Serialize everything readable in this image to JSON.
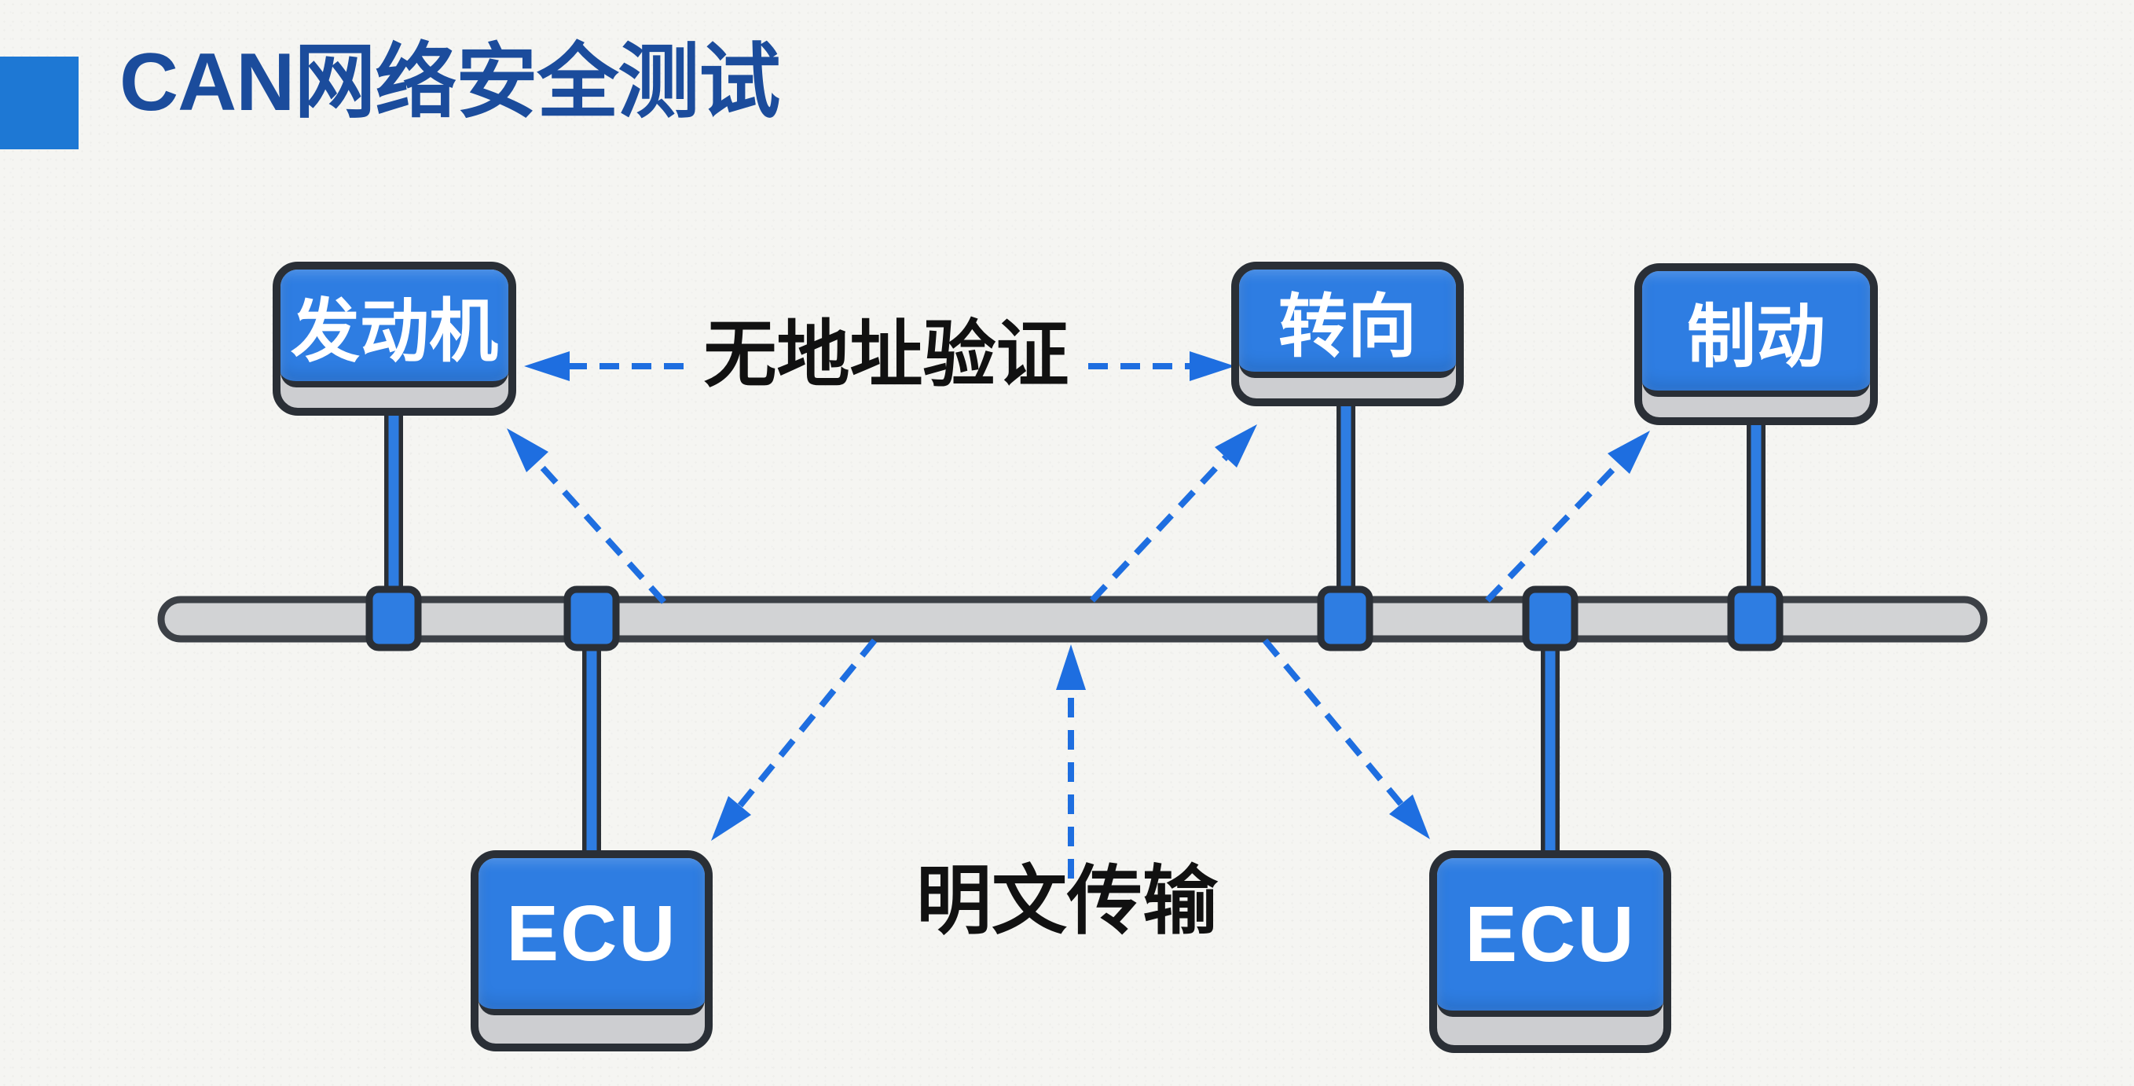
{
  "header": {
    "title": "CAN网络安全测试"
  },
  "diagram": {
    "nodes": [
      {
        "id": "engine",
        "label": "发动机"
      },
      {
        "id": "steering",
        "label": "转向"
      },
      {
        "id": "brake",
        "label": "制动"
      },
      {
        "id": "ecu_left",
        "label": "ECU"
      },
      {
        "id": "ecu_right",
        "label": "ECU"
      }
    ],
    "annotations": {
      "no_address_validation": "无地址验证",
      "plaintext_transmission": "明文传输"
    }
  },
  "colors": {
    "page-bg": "#f5f5f2",
    "accent-square": "#1e78d4",
    "title-text": "#1b4c9c",
    "node-fill": "#2e7de2",
    "node-text": "#ffffff",
    "band-fill": "#cdced1",
    "outline": "#2a2f36",
    "bus-fill": "#d2d3d5",
    "bus-outline": "#3c4046",
    "arrow": "#1e6ee0",
    "annotation-text": "#111111"
  }
}
